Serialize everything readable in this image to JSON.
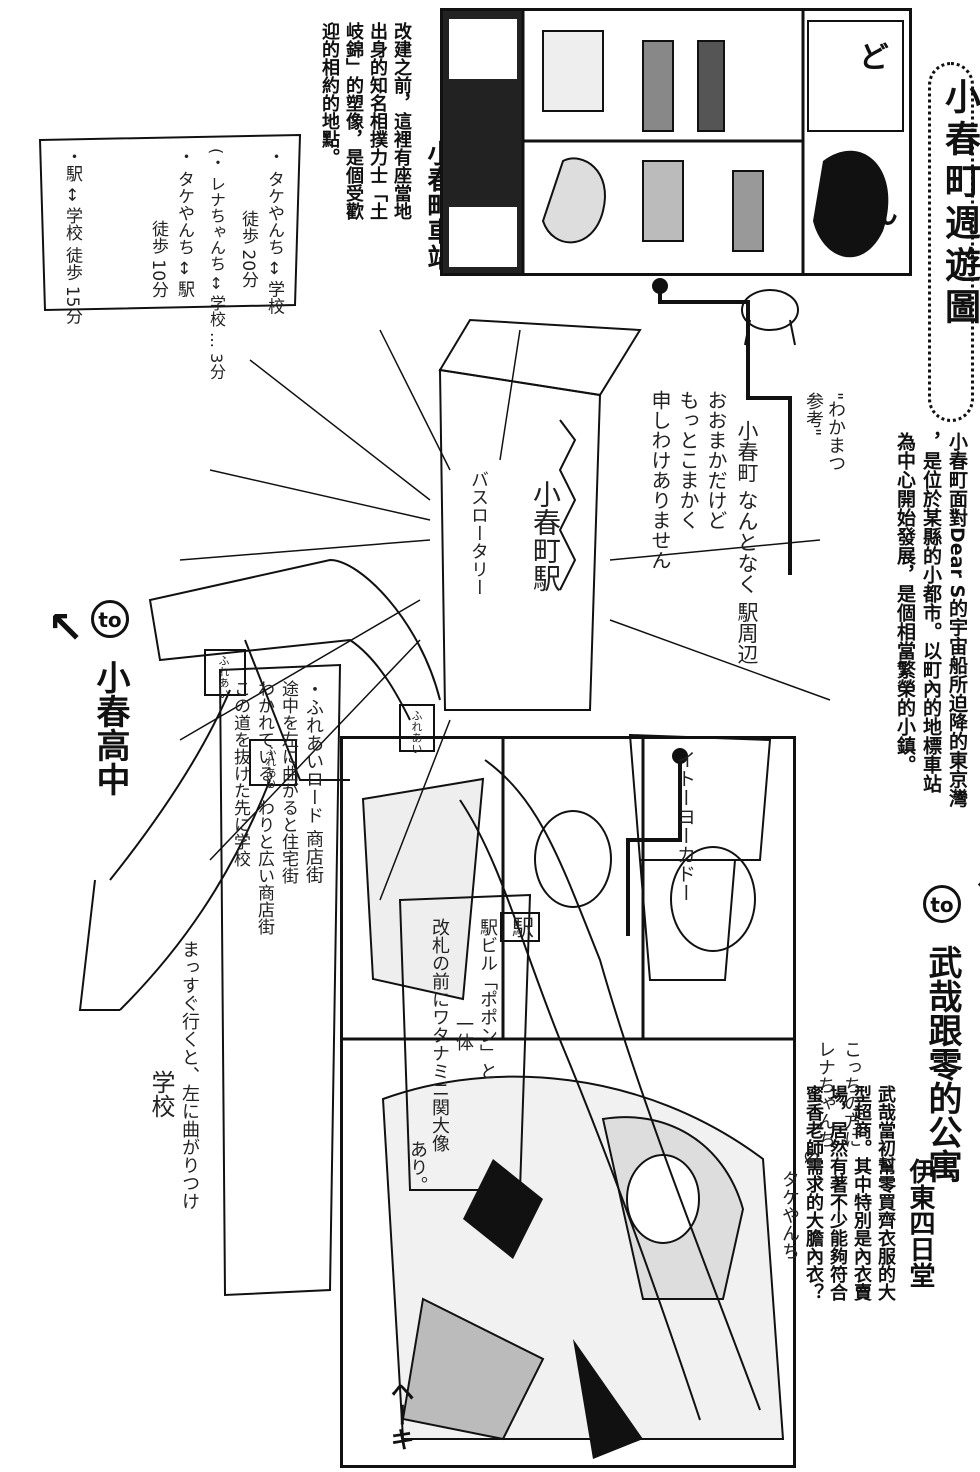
{
  "title": "小春町週遊圖",
  "intro": [
    "小春町面對Dear S的宇宙船所迫降的東京灣",
    "，是位於某縣的小都市。以町內的地標車站",
    "為中心開始發展，是個相當繁榮的小鎮。"
  ],
  "station": {
    "heading": "小春町車站",
    "desc": [
      "改建之前，這裡有座當地",
      "出身的知名相撲力士「土",
      "岐錦」的塑像，是個受歡",
      "迎的相約的地點。"
    ],
    "comic_sfx_1": "ど",
    "comic_sfx_2": "ん"
  },
  "shop": {
    "heading": "伊東四日堂",
    "desc": [
      "武哉當初幫零買齊衣服的大",
      "型超商。其中特別是內衣賣",
      "場，居然有著不少能夠符合",
      "蜜香老師需求的大膽內衣？"
    ]
  },
  "direction_right": {
    "arrow": "↗",
    "to": "to",
    "dest": "武哉跟零的公寓"
  },
  "direction_left": {
    "to": "to",
    "dest": "小春高中",
    "arrow": "↙"
  },
  "notes": {
    "box_left": [
      "・ タケやんち ↔ 学校",
      "徒歩 20分",
      "(・ レナちゃんち ↔ 学校 … 3分",
      "・ タケやんち ↔ 駅",
      "徒歩 10分",
      "・駅 ↔ 学校  徒歩 15分"
    ],
    "station_label": "小春町駅",
    "bus_rotary": "バスロータリー",
    "station_quote": [
      "小春町 なんとなく 駅周辺",
      "おおまかだけど",
      "もっとこまかく",
      "申しわけありません"
    ],
    "statue_note": [
      "\"わかまつ",
      "参考\""
    ],
    "yokado": "イトーヨーカドー",
    "building_sign": "駅",
    "building_note": [
      "駅ビル「ポポン」と",
      "一体",
      "改札の前にワタナミニ関大像",
      "あり。"
    ],
    "pipe_labels": [
      "ふれあい",
      "ふれあい",
      "ふれあい"
    ],
    "bottom_right": [
      "こっちの方に",
      "レナちゃんち",
      "&",
      "タケやんち"
    ],
    "path_school": [
      "まっすぐ行くと、左に曲がりつけ",
      "学校"
    ],
    "box_bottom": [
      "・ふれあいロード 商店街",
      "途中を左に曲がると住宅街",
      "わかれている。わりと広い商店街",
      "この道を抜けた先に学校"
    ],
    "comic_sfx_3": "ヘーキ"
  }
}
